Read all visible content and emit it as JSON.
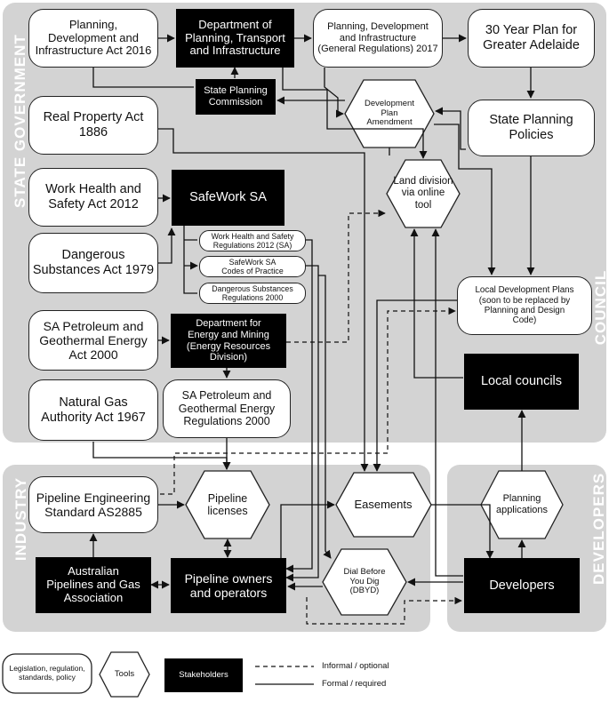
{
  "regions": {
    "state": "STATE GOVERNMENT",
    "council": "COUNCIL",
    "industry": "INDUSTRY",
    "developers": "DEVELOPERS"
  },
  "nodes": {
    "pdi_act": "Planning,\nDevelopment and\nInfrastructure Act 2016",
    "dept_planning": "Department of\nPlanning, Transport\nand Infrastructure",
    "pdi_regs": "Planning, Development\nand Infrastructure\n(General Regulations) 2017",
    "plan30": "30 Year Plan for\nGreater Adelaide",
    "state_planning_commission": "State Planning\nCommission",
    "real_property_act": "Real Property Act\n1886",
    "dev_plan_amendment": "Development\nPlan\nAmendment",
    "state_planning_policies": "State Planning\nPolicies",
    "whs_act": "Work Health and\nSafety Act 2012",
    "safework_sa": "SafeWork SA",
    "land_division": "Land division\nvia online\ntool",
    "whs_regs": "Work Health and Safety\nRegulations 2012 (SA)",
    "safework_codes": "SafeWork SA\nCodes of Practice",
    "dangerous_regs": "Dangerous Substances\nRegulations 2000",
    "dangerous_act": "Dangerous\nSubstances Act 1979",
    "sa_petroleum_act": "SA Petroleum and\nGeothermal Energy\nAct 2000",
    "dept_energy": "Department for\nEnergy and Mining\n(Energy Resources\nDivision)",
    "local_dev_plans": "Local Development Plans\n(soon to be replaced by\nPlanning and Design\nCode)",
    "natural_gas_act": "Natural Gas\nAuthority Act 1967",
    "sa_petroleum_regs": "SA Petroleum and\nGeothermal Energy\nRegulations 2000",
    "local_councils": "Local councils",
    "pipeline_standard": "Pipeline Engineering\nStandard AS2885",
    "pipeline_licenses": "Pipeline\nlicenses",
    "easements": "Easements",
    "planning_applications": "Planning\napplications",
    "appga": "Australian\nPipelines and Gas\nAssociation",
    "pipeline_owners": "Pipeline owners\nand operators",
    "dbyd": "Dial Before\nYou Dig\n(DBYD)",
    "developers": "Developers"
  },
  "legend": {
    "legislation": "Legislation, regulation,\nstandards, policy",
    "tools": "Tools",
    "stakeholders": "Stakeholders",
    "informal": "Informal / optional",
    "formal": "Formal / required"
  },
  "colors": {
    "region_fill": "#d3d3d3",
    "stakeholder_fill": "#000000",
    "line": "#111111"
  }
}
